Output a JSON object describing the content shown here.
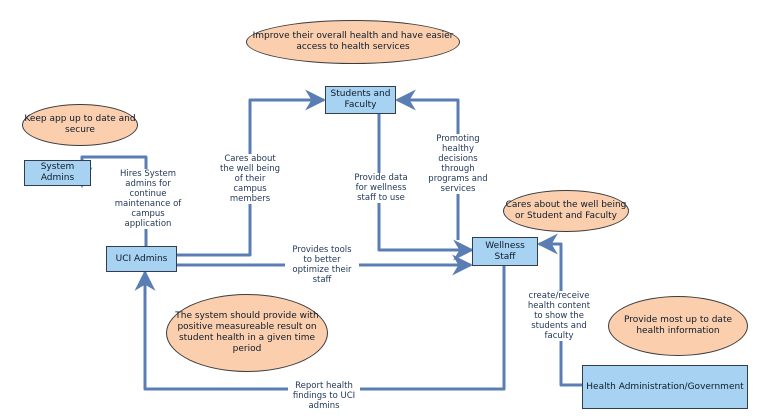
{
  "colors": {
    "box_fill": "#a8d2f2",
    "ellipse_fill": "#fbcfae",
    "arrow": "#5a7db4"
  },
  "nodes": {
    "students": "Students and\nFaculty",
    "system_admins": "System\nAdmins",
    "uci_admins": "UCI Admins",
    "wellness": "Wellness\nStaff",
    "health_admin": "Health Administration/Government"
  },
  "notes": {
    "improve": "Improve their overall health and have easier\naccess to health services",
    "keep_app": "Keep app up to date and\nsecure",
    "cares_wellness": "Cares about the well being\nor Student and Faculty",
    "system_should": "The system should provide with\npositive measureable result on\nstudent health in a given time\nperiod",
    "provide_most": "Provide most up to date\nhealth information"
  },
  "edges": {
    "hires": "Hires System\nadmins for\ncontinue\nmaintenance of\ncampus\napplication",
    "cares_campus": "Cares about\nthe well being\nof their\ncampus\nmembers",
    "provide_data": "Provide data\nfor wellness\nstaff to use",
    "promoting": "Promoting\nhealthy\ndecisions\nthrough\nprograms and\nservices",
    "tools": "Provides tools\nto better\noptimize their\nstaff",
    "create_receive": "create/receive\nhealth content\nto show the\nstudents and\nfaculty",
    "report": "Report health\nfindings to UCI\nadmins"
  }
}
